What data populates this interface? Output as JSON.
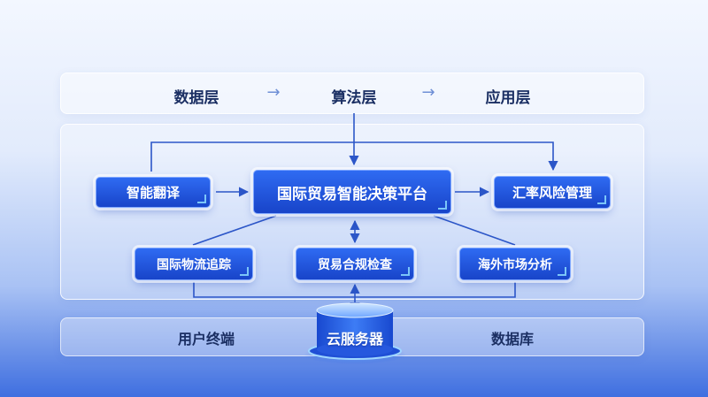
{
  "layers": {
    "data": "数据层",
    "algorithm": "算法层",
    "application": "应用层",
    "arrow1": "→",
    "arrow2": "→"
  },
  "nodes": {
    "main": "国际贸易智能决策平台",
    "translate": "智能翻译",
    "fx_risk": "汇率风险管理",
    "logistics": "国际物流追踪",
    "compliance": "贸易合规检查",
    "overseas": "海外市场分析"
  },
  "bottom": {
    "user_terminal": "用户终端",
    "cloud_server": "云服务器",
    "database": "数据库"
  },
  "colors": {
    "node_fill": "#1f55e0",
    "line": "#2c56c8",
    "text_dark": "#1b2f63"
  }
}
